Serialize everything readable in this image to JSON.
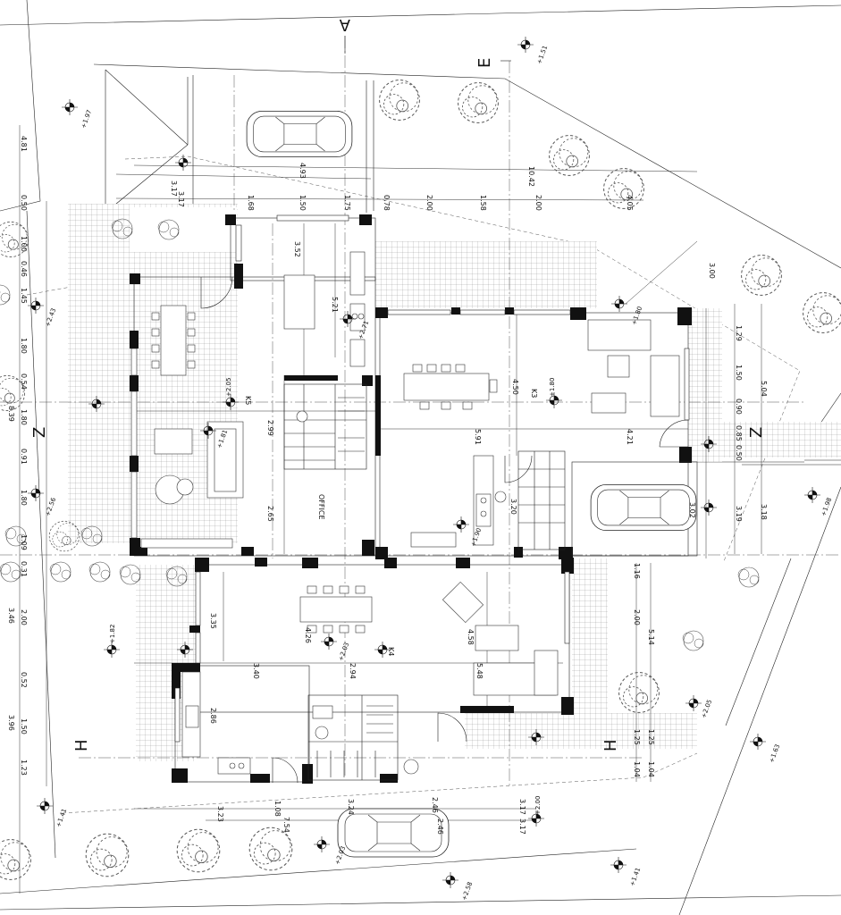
{
  "rooms": {
    "k5": "K5",
    "k3": "K3",
    "k4": "K4",
    "office": "OFFICE"
  },
  "sections": {
    "a": "A",
    "e": "E",
    "z_left": "Z",
    "z_right": "Z",
    "h_left": "H",
    "h_right": "H"
  },
  "dimensions": {
    "d_3_52": "3.52",
    "d_5_21": "5.21",
    "d_2_99": "2.99",
    "d_2_65": "2.65",
    "d_4_50": "4.50",
    "d_5_91": "5.91",
    "d_4_21": "4.21",
    "d_3_35": "3.35",
    "d_4_26": "4.26",
    "d_3_40": "3.40",
    "d_2_94": "2.94",
    "d_2_86": "2.86",
    "d_4_58": "4.58",
    "d_5_48": "5.48",
    "d_3_20": "3.20",
    "d_10_42": "10.42",
    "d_4_93": "4.93",
    "d_3_17a": "3.17",
    "d_3_17b": "3.17",
    "d_1_68": "1.68",
    "d_1_50": "1.50",
    "d_1_75": "1.75",
    "d_0_78": "0.78",
    "d_2_00a": "2.00",
    "d_1_58": "1.58",
    "d_2_00b": "2.00",
    "d_4_05": "4.05",
    "d_3_00": "3.00",
    "d_1_29": "1.29",
    "d_1_50r": "1.50",
    "d_0_90": "0.90",
    "d_0_85": "0.85",
    "d_0_50": "0.50",
    "d_5_04": "5.04",
    "d_3_02": "3.02",
    "d_3_19": "3.19",
    "d_3_18": "3.18",
    "d_1_16": "1.16",
    "d_2_00r": "2.00",
    "d_5_14": "5.14",
    "d_1_25a": "1.25",
    "d_1_25b": "1.25",
    "d_1_04a": "1.04",
    "d_1_04b": "1.04",
    "d_4_81": "4.81",
    "d_0_50l": "0.50",
    "d_1_00": "1.00",
    "d_0_46": "0.46",
    "d_1_45": "1.45",
    "d_1_80": "1.80",
    "d_0_54": "0.54",
    "d_1_80b": "1.80",
    "d_8_39": "8.39",
    "d_0_91": "0.91",
    "d_1_80c": "1.80",
    "d_1_09": "1.09",
    "d_0_31": "0.31",
    "d_3_46": "3.46",
    "d_2_00l": "2.00",
    "d_0_52": "0.52",
    "d_1_50l": "1.50",
    "d_3_96": "3.96",
    "d_1_23": "1.23",
    "d_3_23": "3.23",
    "d_1_08": "1.08",
    "d_7_54": "7.54",
    "d_3_24": "3.24",
    "d_2_46a": "2.46",
    "d_2_46b": "2.46",
    "d_3_17c": "3.17",
    "d_3_17d": "3.17"
  },
  "levels": {
    "l_1_51": "+1.51",
    "l_1_97": "+1.97",
    "l_2_43": "+2.43",
    "l_1_81": "+1.81",
    "l_2_56": "+2.56",
    "l_1_80": "+1.80",
    "l_1_90": "+1.90",
    "l_2_03a": "+2.03",
    "l_2_03b": "+2.03",
    "l_1_41a": "+1.41",
    "l_2_58": "+2.58",
    "l_1_41b": "+1.41",
    "l_1_63": "+1.63",
    "l_2_05": "+2.05",
    "l_1_98": "+1.98",
    "l_2_71": "+2.71",
    "l_2_05_small": "+2.05",
    "l_1_80_small": "+1.80",
    "l_1_82": "+1.82",
    "l_2_00": "+2.00"
  }
}
